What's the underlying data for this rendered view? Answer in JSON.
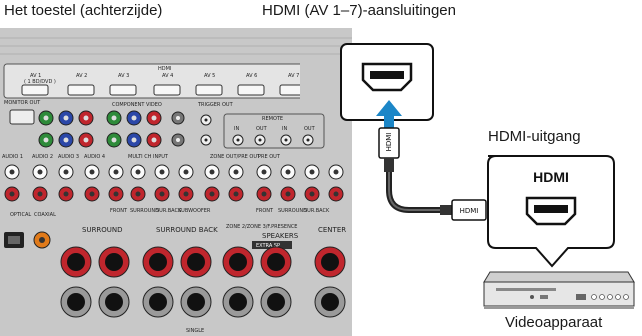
{
  "captions": {
    "receiver": "Het toestel (achterzijde)",
    "hdmi_inputs": "HDMI (AV 1–7)-aansluitingen",
    "hdmi_output": "HDMI-uitgang",
    "video_device": "Videoapparaat"
  },
  "panel": {
    "hdmi_header": "HDMI",
    "hdmi_ports": [
      "AV 1",
      "AV 2",
      "AV 3",
      "AV 4",
      "AV 5",
      "AV 6",
      "AV 7"
    ],
    "av1_note": "( 1 BD/DVD )",
    "component_video": "COMPONENT VIDEO",
    "trigger_out": "TRIGGER OUT",
    "remote": "REMOTE",
    "remote_in": "IN",
    "remote_out": "OUT",
    "multi_ch_input": "MULTI CH INPUT",
    "zone_out": "ZONE OUT/PRE OUT",
    "pre_out": "PRE OUT",
    "front": "FRONT",
    "surround": "SURROUND",
    "sur_back": "SUR.BACK",
    "subwoofer": "SUBWOOFER",
    "center": "CENTER",
    "surround_back": "SURROUND BACK",
    "speakers": "SPEAKERS",
    "zone_presence": "ZONE 2/ZONE 3/F.PRESENCE",
    "extra_sp": "EXTRA SP",
    "single": "SINGLE",
    "optical": "OPTICAL",
    "coaxial": "COAXIAL",
    "audio_labels": [
      "AUDIO 1",
      "AUDIO 2",
      "AUDIO 3",
      "AUDIO 4"
    ],
    "monitor_out": "MONITOR OUT"
  },
  "cable": {
    "plug_label_top": "HDMI",
    "plug_label_bottom": "HDMI"
  },
  "device": {
    "port_label": "HDMI"
  },
  "colors": {
    "arrow": "#1b86c7",
    "panel": "#c9c9c9",
    "cable": "#222222"
  }
}
